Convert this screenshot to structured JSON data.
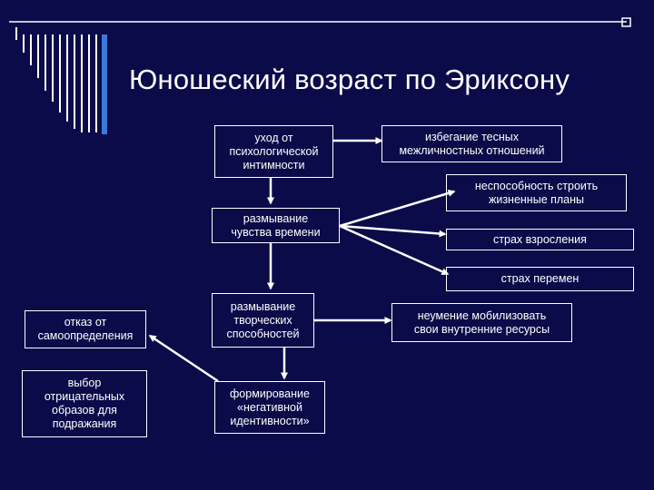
{
  "slide": {
    "title": "Юношеский возраст по Эриксону"
  },
  "boxes": {
    "withdrawal": "уход от\nпсихологической\nинтимности",
    "avoidance": "избегание тесных\nмежличностных отношений",
    "inability_plans": "неспособность строить\nжизненные планы",
    "time_blur": "размывание\nчувства времени",
    "fear_growing": "страх взросления",
    "fear_change": "страх перемен",
    "refusal": "отказ от\nсамоопределения",
    "creativity_blur": "размывание\nтворческих\nспособностей",
    "inability_mobilize": "неумение мобилизовать\nсвои внутренние ресурсы",
    "negative_models": "выбор\nотрицательных\nобразов для\nподражания",
    "negative_identity": "формирование\n«негативной\nидентивности»"
  },
  "colors": {
    "background": "#0b0b4a",
    "decoration": "#3a7bd5",
    "lines": "#ffffff"
  }
}
